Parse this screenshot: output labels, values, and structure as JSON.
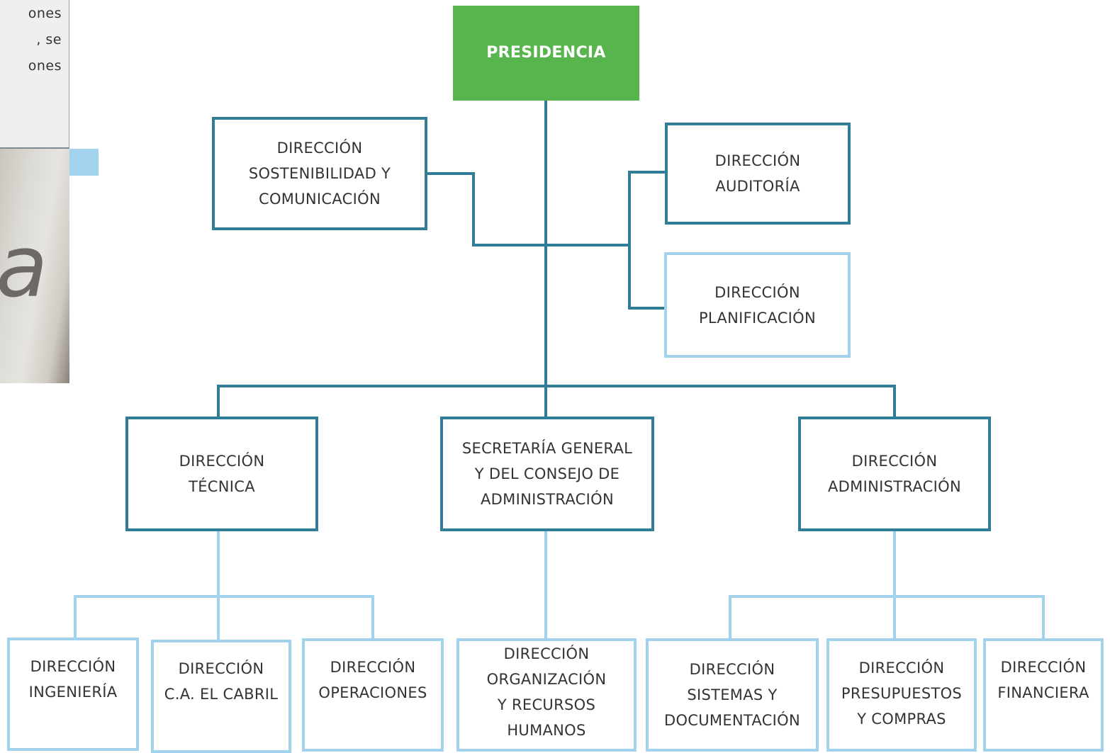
{
  "colors": {
    "dark_line": "#2f7d97",
    "light_line": "#a3d2ec",
    "root_fill": "#58b54e",
    "root_text": "#ffffff"
  },
  "side_text_fragments": [
    "ones",
    ", se",
    "ones"
  ],
  "photo_glyph": "a",
  "org_chart": {
    "root": "PRESIDENCIA",
    "staff": {
      "sostenibilidad": [
        "DIRECCIÓN",
        "SOSTENIBILIDAD Y",
        "COMUNICACIÓN"
      ],
      "auditoria": [
        "DIRECCIÓN",
        "AUDITORÍA"
      ],
      "planificacion": [
        "DIRECCIÓN",
        "PLANIFICACIÓN"
      ]
    },
    "tecnica": {
      "name": [
        "DIRECCIÓN",
        "TÉCNICA"
      ],
      "children": [
        [
          "DIRECCIÓN",
          "INGENIERÍA"
        ],
        [
          "DIRECCIÓN",
          "C.A. EL CABRIL"
        ],
        [
          "DIRECCIÓN",
          "OPERACIONES"
        ]
      ]
    },
    "secretaria": {
      "name": [
        "SECRETARÍA GENERAL",
        "Y DEL CONSEJO DE",
        "ADMINISTRACIÓN"
      ],
      "children": [
        [
          "DIRECCIÓN",
          "ORGANIZACIÓN",
          "Y RECURSOS",
          "HUMANOS"
        ]
      ]
    },
    "administracion": {
      "name": [
        "DIRECCIÓN",
        "ADMINISTRACIÓN"
      ],
      "children": [
        [
          "DIRECCIÓN",
          "SISTEMAS Y",
          "DOCUMENTACIÓN"
        ],
        [
          "DIRECCIÓN",
          "PRESUPUESTOS",
          "Y COMPRAS"
        ],
        [
          "DIRECCIÓN",
          "FINANCIERA"
        ]
      ]
    }
  }
}
